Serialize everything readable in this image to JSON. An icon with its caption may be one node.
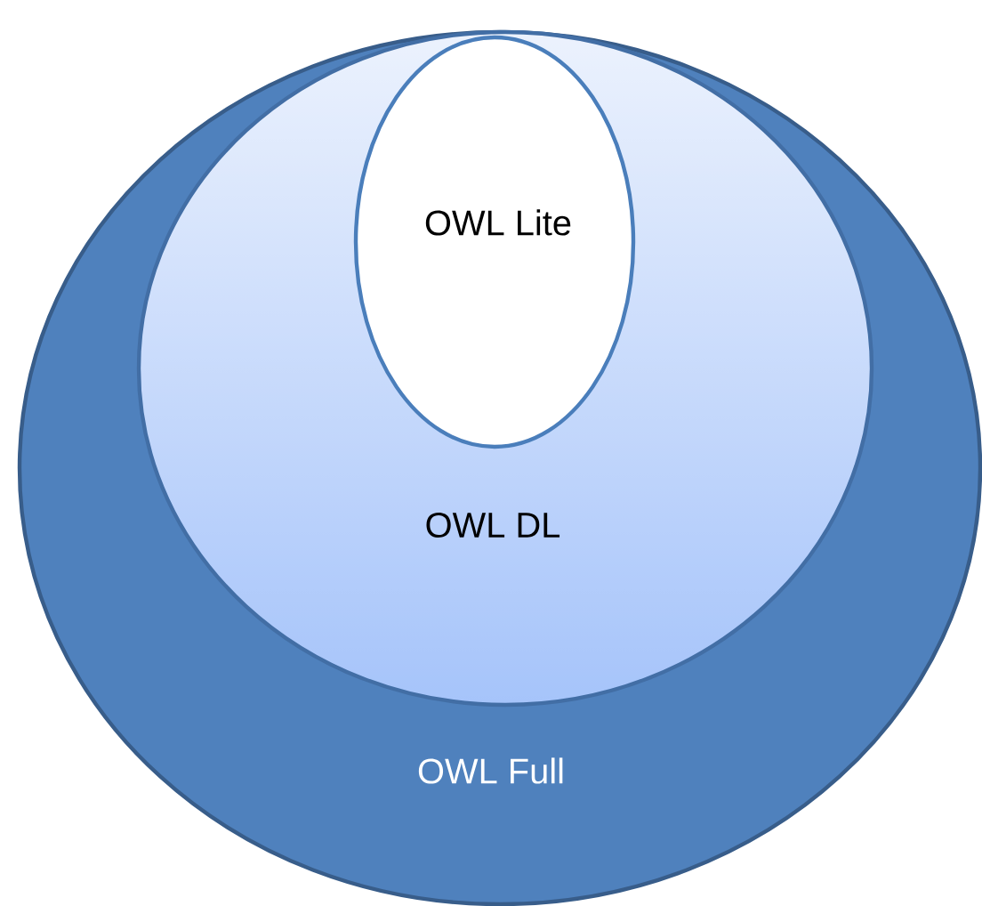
{
  "diagram": {
    "nodes": [
      {
        "text": [
          "OWL Full"
        ]
      },
      {
        "text": [
          "OWL DL"
        ],
        "in": 0
      },
      {
        "text": [
          "OWL Lite"
        ],
        "in": 1
      }
    ]
  }
}
